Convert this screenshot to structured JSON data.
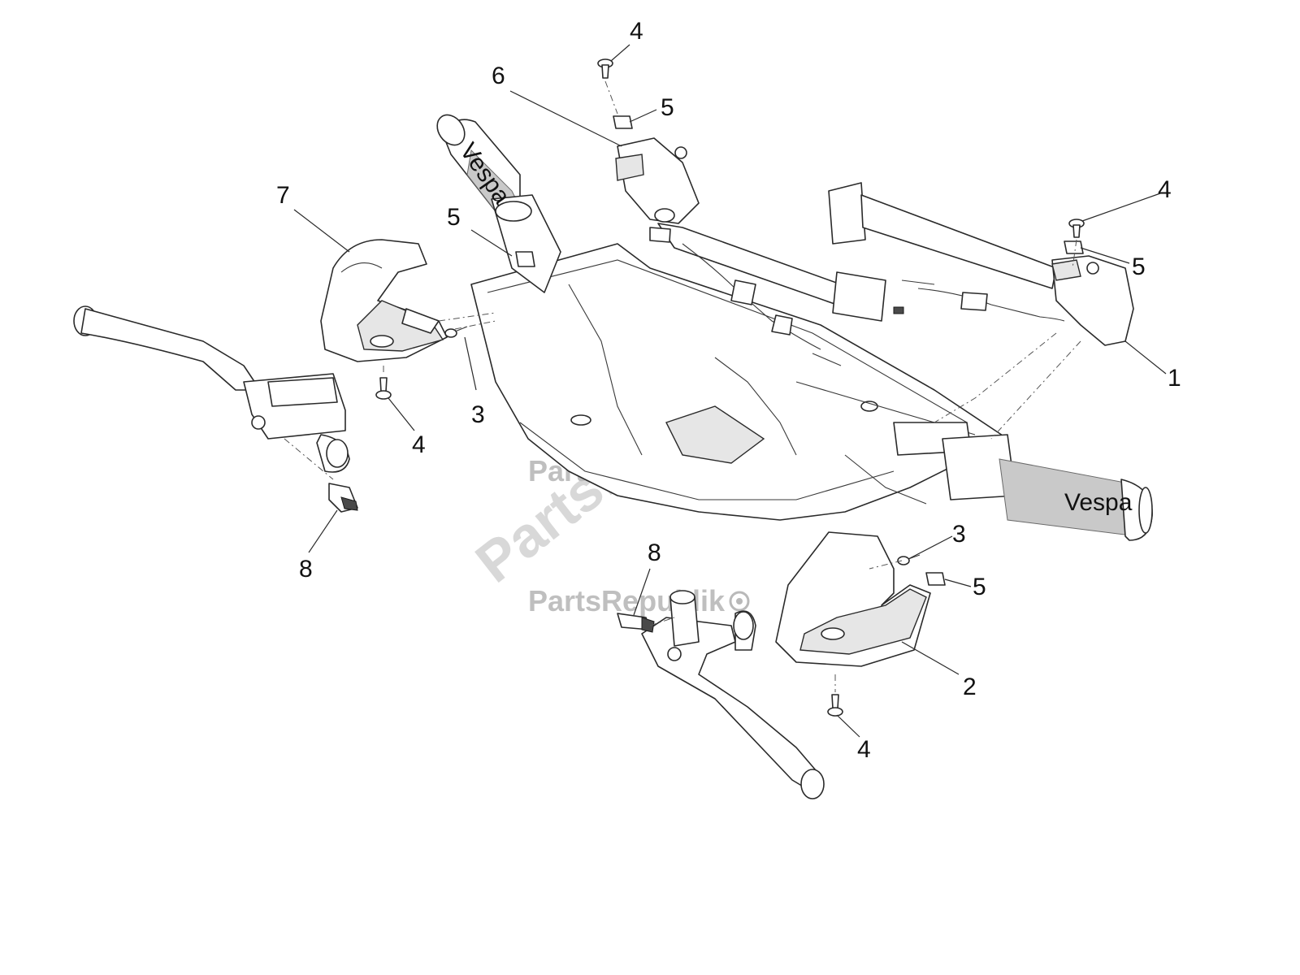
{
  "watermark": {
    "text": "PartsRepublik",
    "color": "#b9b9b9"
  },
  "callouts": {
    "c1": "1",
    "c2": "2",
    "c3a": "3",
    "c3b": "3",
    "c4a": "4",
    "c4b": "4",
    "c4c": "4",
    "c4d": "4",
    "c5a": "5",
    "c5b": "5",
    "c5c": "5",
    "c5d": "5",
    "c6": "6",
    "c7": "7",
    "c8a": "8",
    "c8b": "8"
  },
  "grip_logo": "Vespa"
}
